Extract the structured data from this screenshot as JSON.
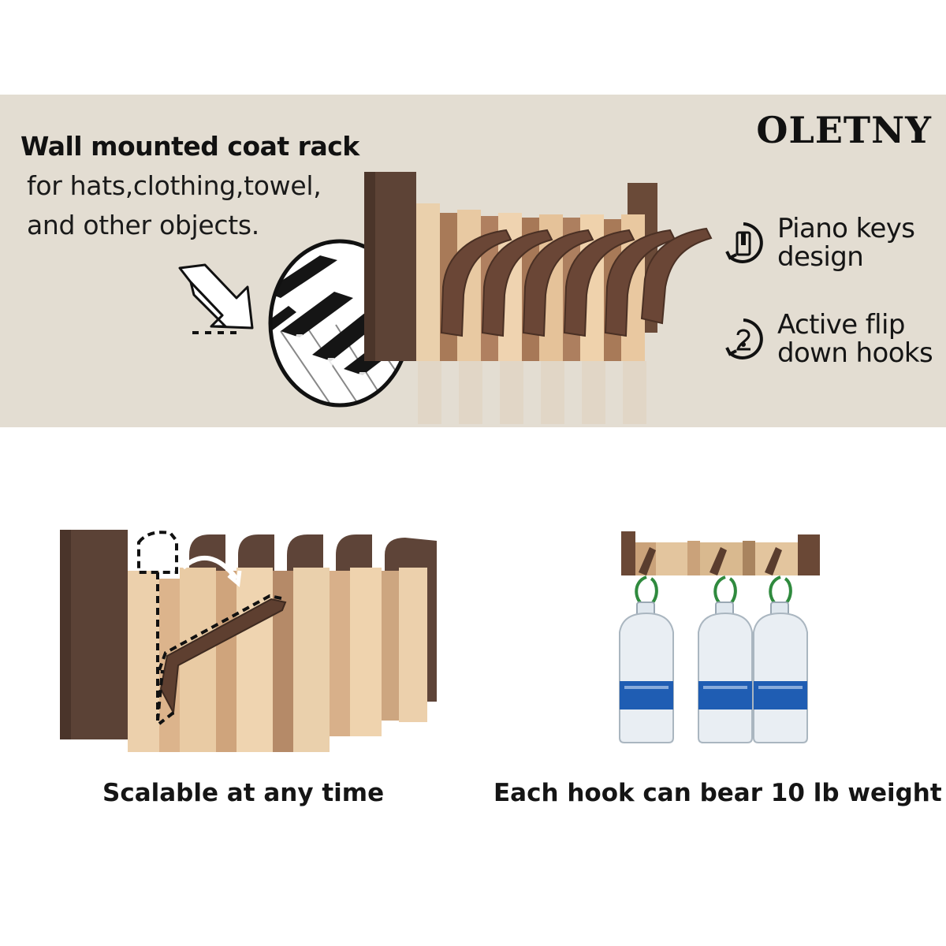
{
  "brand": "OLETNY",
  "headline": "Wall mounted coat rack",
  "subline_1": "for hats,clothing,towel,",
  "subline_2": "and other objects.",
  "features": [
    {
      "icon": "piano-keys-icon",
      "line1": "Piano keys",
      "line2": "design"
    },
    {
      "icon": "flip-down-icon",
      "line1": "Active flip",
      "line2": "down hooks"
    }
  ],
  "captions": {
    "left": "Scalable at any time",
    "right": "Each hook can bear 10 lb weight"
  },
  "colors": {
    "banner": "#e3ddd2",
    "walnut": "#5b3f30",
    "beech": "#e8c79f",
    "bottle_band": "#1f5db3"
  }
}
